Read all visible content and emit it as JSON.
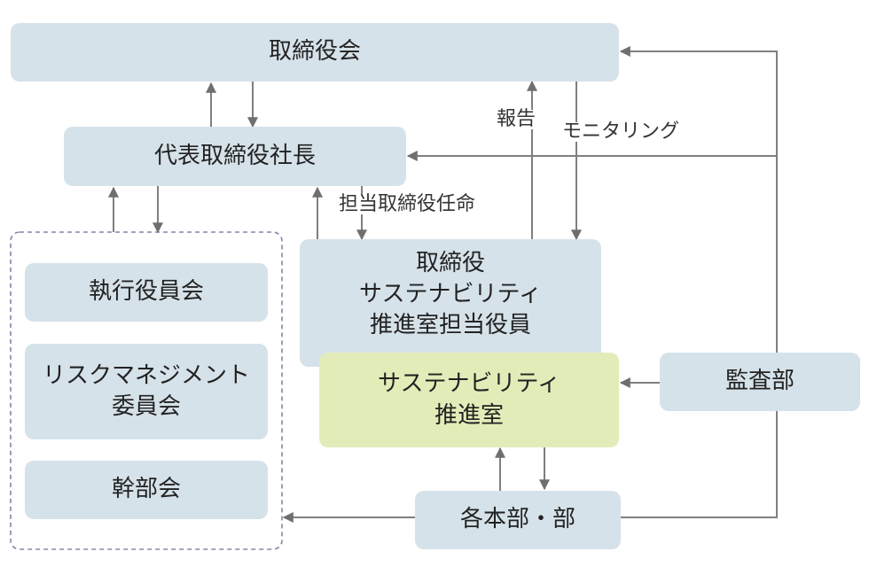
{
  "nodes": {
    "board": "取締役会",
    "president": "代表取締役社長",
    "exec_committee": "執行役員会",
    "risk_committee": "リスクマネジメント\n委員会",
    "management_meeting": "幹部会",
    "sustainability_officer": "取締役\nサステナビリティ\n推進室担当役員",
    "sustainability_office": "サステナビリティ\n推進室",
    "audit": "監査部",
    "divisions": "各本部・部"
  },
  "edge_labels": {
    "report": "報告",
    "monitoring": "モニタリング",
    "appoint": "担当取締役任命"
  },
  "colors": {
    "box": "#d6e2e9",
    "highlight_box": "#e2ecb8",
    "line": "#7f7f7f",
    "dashed_border": "#8b80a8"
  }
}
